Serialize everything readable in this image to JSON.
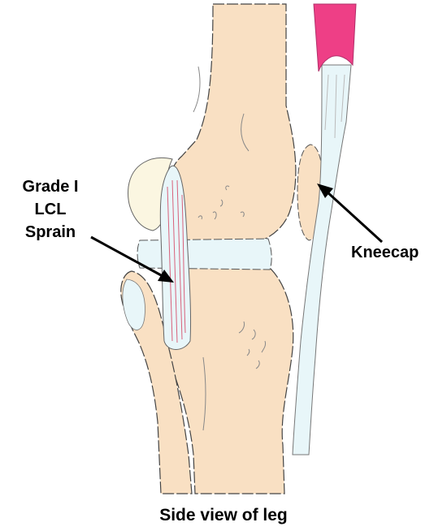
{
  "labels": {
    "sprain": [
      "Grade I",
      "LCL",
      "Sprain"
    ],
    "kneecap": "Kneecap",
    "caption": "Side view of leg"
  },
  "colors": {
    "bone": "#f9e0c3",
    "cartilage": "#fbf6e1",
    "ligament": "#e8f6f9",
    "muscle": "#ee3f86",
    "outline": "#333333",
    "arrow": "#000000"
  }
}
